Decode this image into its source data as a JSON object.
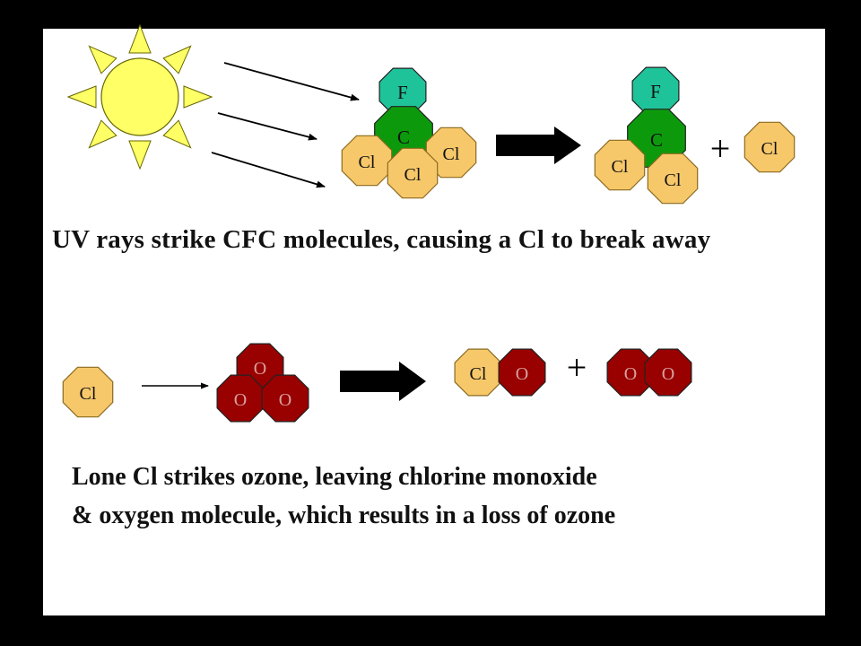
{
  "colors": {
    "sun": "#ffff66",
    "fluorine": "#1fc39a",
    "carbon": "#0c9a0c",
    "chlorine": "#f7c86a",
    "oxygen": "#990000",
    "arrow": "#000000",
    "slide_bg": "#ffffff",
    "frame_bg": "#000000"
  },
  "icons": [
    "sun-icon",
    "uv-ray-arrow",
    "reaction-arrow",
    "plus-sign"
  ],
  "step1": {
    "reactant": {
      "atoms": [
        "F",
        "C",
        "Cl",
        "Cl",
        "Cl"
      ]
    },
    "products": {
      "molecule_atoms": [
        "F",
        "C",
        "Cl",
        "Cl"
      ],
      "plus": "+",
      "free_atom": "Cl"
    },
    "caption": "UV rays strike CFC molecules, causing a Cl to break away"
  },
  "step2": {
    "reactant_atom": "Cl",
    "ozone_atoms": [
      "O",
      "O",
      "O"
    ],
    "products": {
      "monoxide_atoms": [
        "Cl",
        "O"
      ],
      "plus": "+",
      "oxygen_atoms": [
        "O",
        "O"
      ]
    },
    "caption_line1": "Lone Cl strikes ozone, leaving chlorine monoxide",
    "caption_line2": "& oxygen molecule, which results in a loss of ozone"
  }
}
